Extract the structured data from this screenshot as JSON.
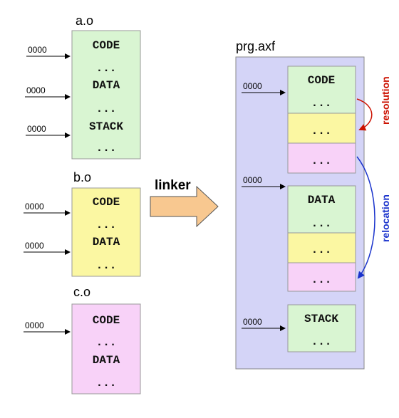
{
  "colors": {
    "green": "#d9f5d2",
    "yellow": "#fbf7a2",
    "pink": "#f8d2f8",
    "lavender": "#d4d4f7",
    "red": "#cc1100",
    "blue": "#1a33cc",
    "arrow_fill": "#f8c890"
  },
  "ao": {
    "label": "a.o",
    "addr1": "0000",
    "addr2": "0000",
    "addr3": "0000",
    "code": "CODE",
    "dots1": "...",
    "data": "DATA",
    "dots2": "...",
    "stack": "STACK",
    "dots3": "..."
  },
  "bo": {
    "label": "b.o",
    "addr1": "0000",
    "addr2": "0000",
    "code": "CODE",
    "dots1": "...",
    "data": "DATA",
    "dots2": "..."
  },
  "co": {
    "label": "c.o",
    "addr1": "0000",
    "code": "CODE",
    "dots1": "...",
    "data": "DATA",
    "dots2": "..."
  },
  "linker": {
    "label": "linker"
  },
  "prg": {
    "label": "prg.axf",
    "addr1": "0000",
    "addr2": "0000",
    "addr3": "0000",
    "code": "CODE",
    "code_dots": "...",
    "y_dots": "...",
    "p_dots": "...",
    "data": "DATA",
    "data_dots": "...",
    "y2_dots": "...",
    "p2_dots": "...",
    "stack": "STACK",
    "stack_dots": "..."
  },
  "resolution": "resolution",
  "relocation": "relocation"
}
